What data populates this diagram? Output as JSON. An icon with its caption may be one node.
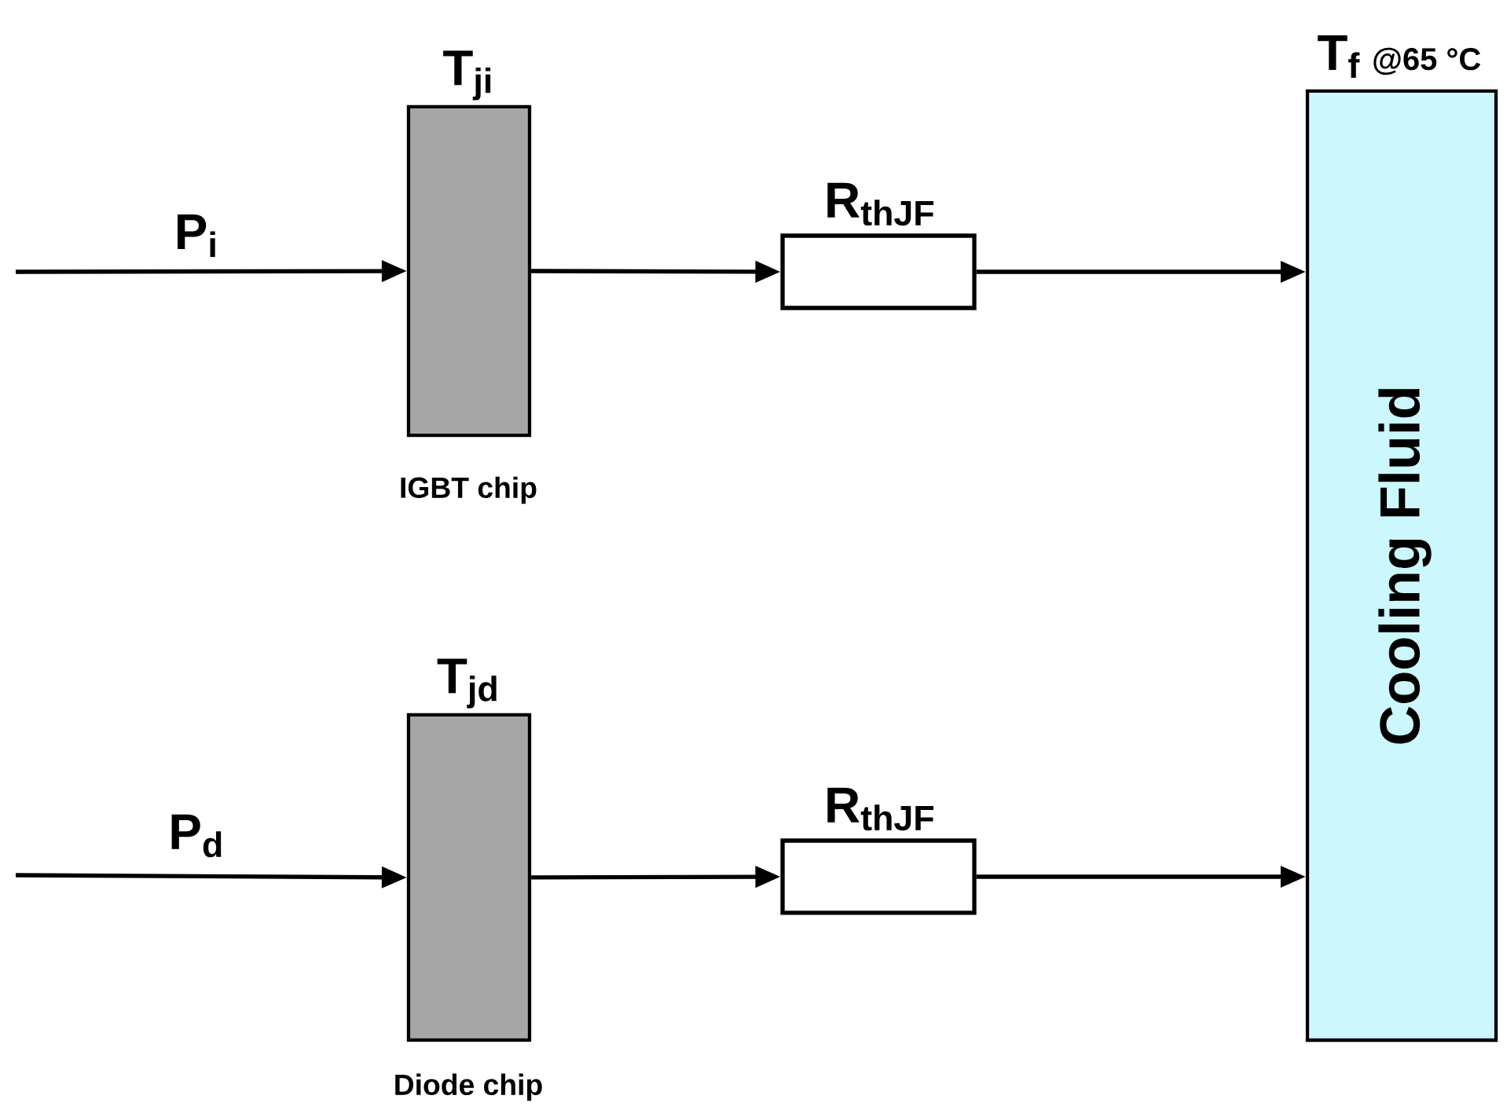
{
  "diagram": {
    "nodes": [
      {
        "text": [
          "T$_{ji}$"
        ],
        "beside": [
          "IGBT chip"
        ]
      },
      {
        "text": [
          "R$_{thJF}$"
        ]
      },
      {
        "text": [
          "T$_{f}$",
          "@65 °C",
          "Cooling Fluid"
        ]
      },
      {
        "text": [
          "T$_{jd}$"
        ],
        "beside": [
          "Diode chip"
        ]
      },
      {
        "text": [
          "R$_{thJF}$"
        ]
      }
    ],
    "edges": [
      {
        "from": null,
        "to": 0,
        "arrow": "to",
        "label": "P$_{i}$"
      },
      {
        "from": 0,
        "to": 1,
        "arrow": "to"
      },
      {
        "from": 1,
        "to": 2,
        "arrow": "to"
      },
      {
        "from": null,
        "to": 3,
        "arrow": "to",
        "label": "P$_{d}$"
      },
      {
        "from": 3,
        "to": 4,
        "arrow": "to"
      },
      {
        "from": 4,
        "to": 2,
        "arrow": "to"
      }
    ]
  }
}
